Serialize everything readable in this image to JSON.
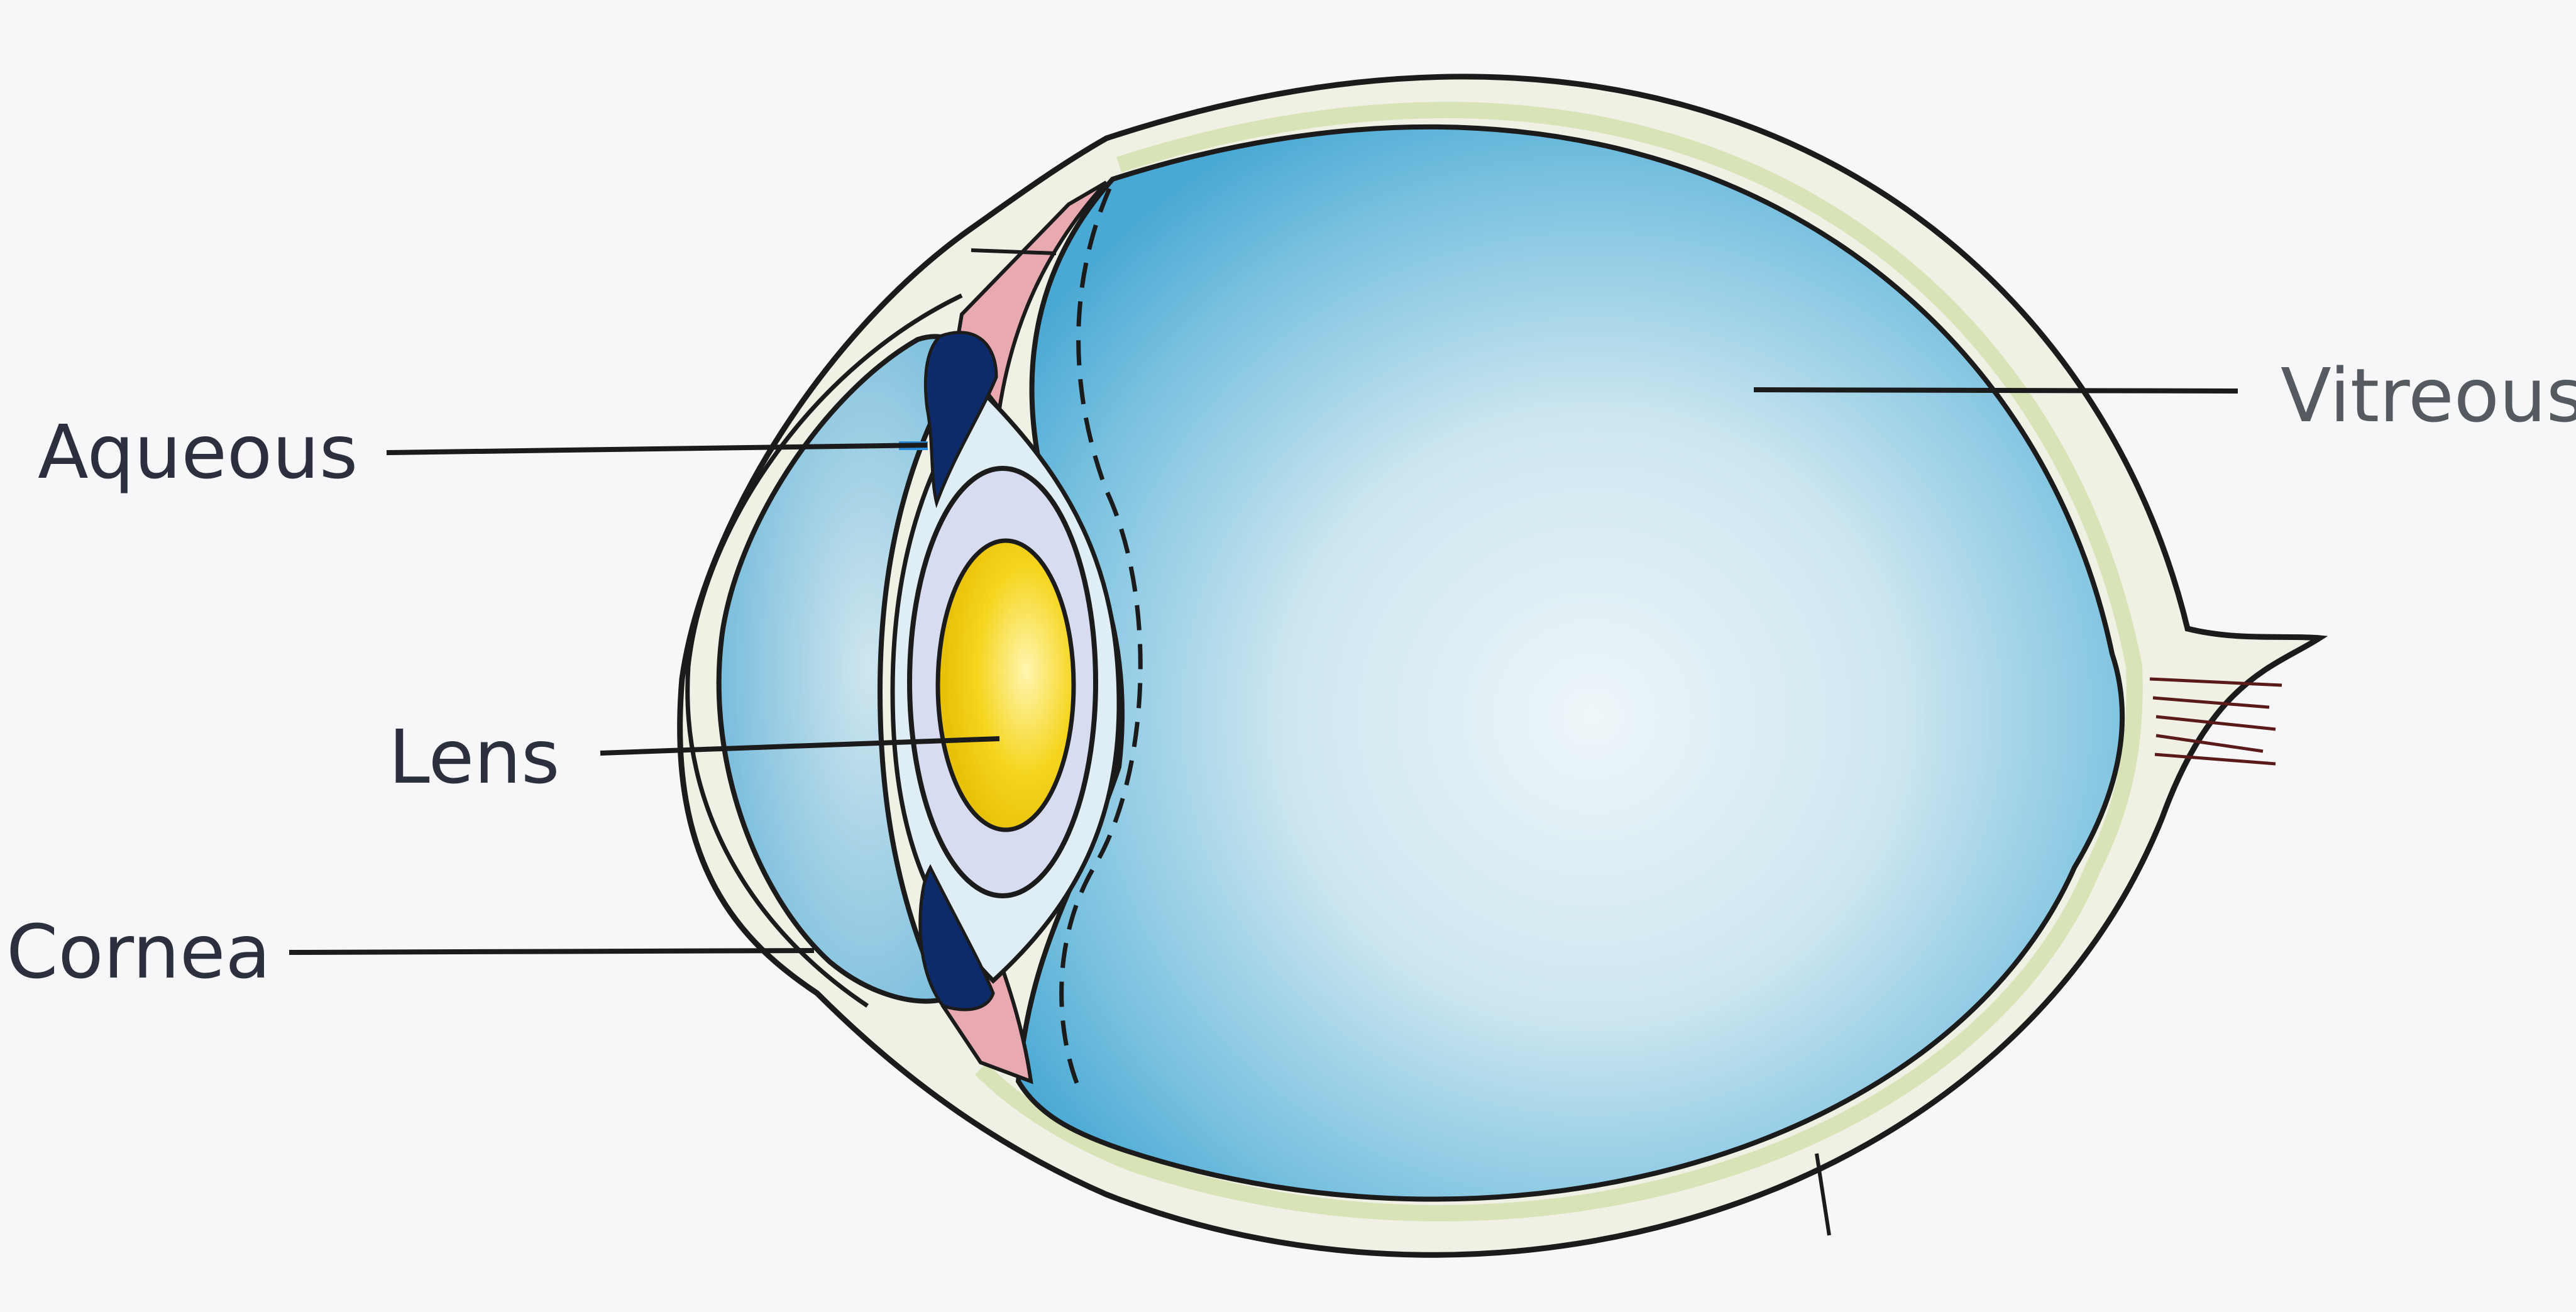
{
  "labels": {
    "aqueous": "Aqueous",
    "lens": "Lens",
    "cornea": "Cornea",
    "vitreous": "Vitreous"
  },
  "colors": {
    "background": "#f7f7f9",
    "vitreous_blue": "#5fb3d9",
    "vitreous_center": "#e9f4f8",
    "lens_yellow": "#f2d21b",
    "iris_dark_blue": "#0d2b6b",
    "ciliary_pink": "#e9a9b0",
    "sclera_cream": "#f1f0e4",
    "outline": "#1b1b1b",
    "label_dark": "#2b2f3e",
    "label_grey": "#555a60"
  }
}
